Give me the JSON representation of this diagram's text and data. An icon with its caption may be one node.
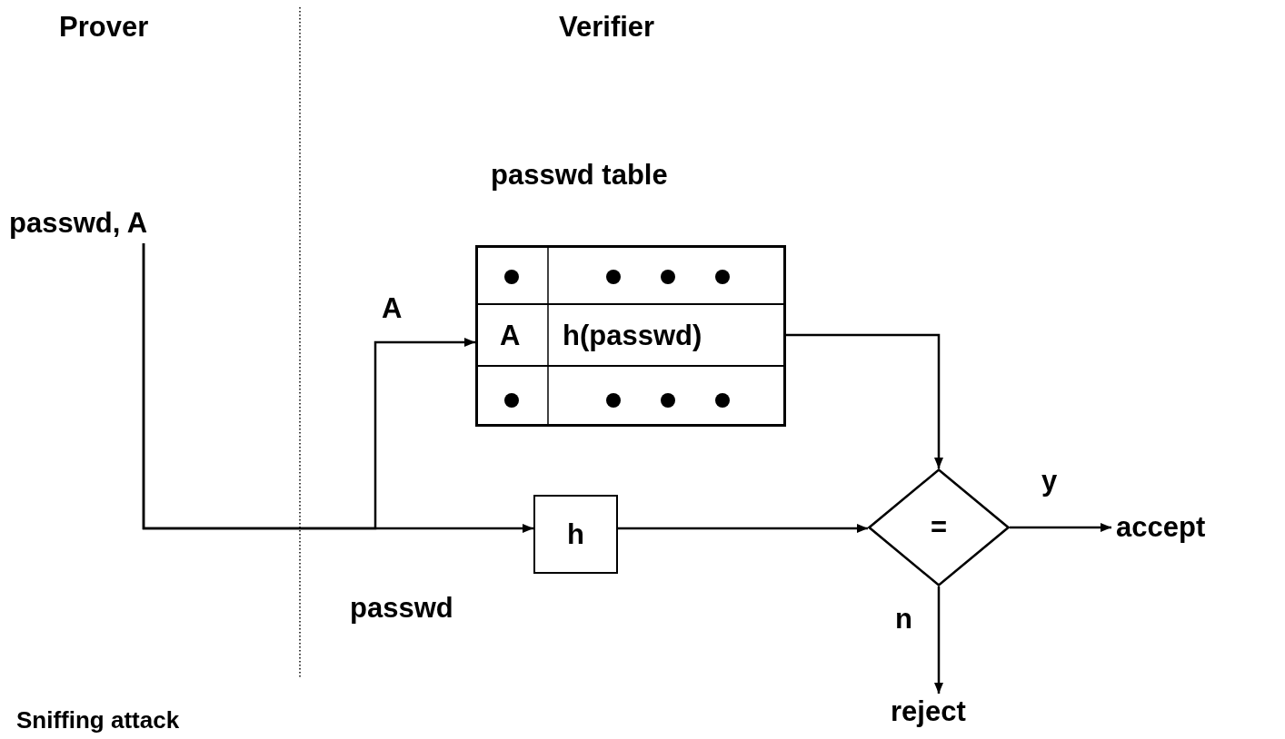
{
  "diagram": {
    "nodes": [
      {
        "text": [
          "passwd, A"
        ]
      },
      {
        "text": [
          "passwd table",
          "A",
          "h(passwd)"
        ]
      },
      {
        "text": [
          "h"
        ]
      },
      {
        "text": [
          "="
        ]
      },
      {
        "text": [
          "accept"
        ]
      },
      {
        "text": [
          "reject"
        ]
      }
    ],
    "edges": [
      {
        "from": 0,
        "to": 1,
        "arrow": "to",
        "label": "A"
      },
      {
        "from": 0,
        "to": 2,
        "arrow": "to",
        "label": "passwd"
      },
      {
        "from": 1,
        "to": 3,
        "arrow": "to"
      },
      {
        "from": 2,
        "to": 3,
        "arrow": "to"
      },
      {
        "from": 3,
        "to": 4,
        "arrow": "to",
        "label": "y"
      },
      {
        "from": 3,
        "to": 5,
        "arrow": "to",
        "label": "n"
      }
    ],
    "labels": [
      "Prover",
      "Verifier",
      "Sniffing attack"
    ]
  }
}
